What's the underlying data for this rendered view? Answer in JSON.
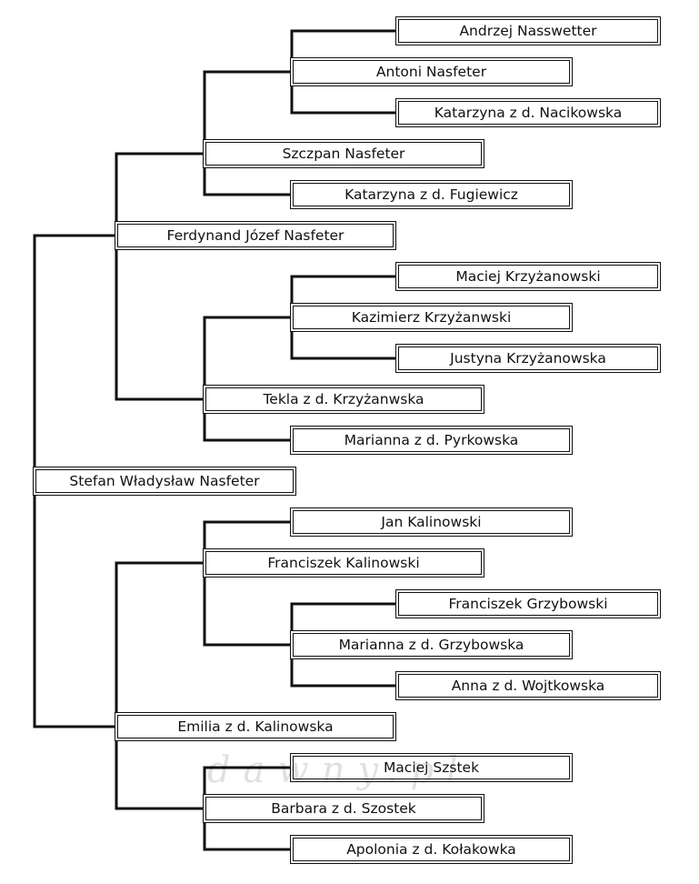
{
  "tree": {
    "line_color": "#111111",
    "root": {
      "name": "Stefan Władysław Nasfeter",
      "father": {
        "name": "Ferdynand Józef Nasfeter",
        "father": {
          "name": "Szczpan Nasfeter",
          "father": {
            "name": "Antoni Nasfeter",
            "father": {
              "name": "Andrzej Nasswetter"
            },
            "mother": {
              "name": "Katarzyna z d. Nacikowska"
            }
          },
          "mother": {
            "name": "Katarzyna z d. Fugiewicz"
          }
        },
        "mother": {
          "name": "Tekla z d. Krzyżanwska",
          "father": {
            "name": "Kazimierz Krzyżanwski",
            "father": {
              "name": "Maciej Krzyżanowski"
            },
            "mother": {
              "name": "Justyna Krzyżanowska"
            }
          },
          "mother": {
            "name": "Marianna z d. Pyrkowska"
          }
        }
      },
      "mother": {
        "name": "Emilia z d. Kalinowska",
        "father": {
          "name": "Franciszek Kalinowski",
          "father": {
            "name": "Jan Kalinowski"
          },
          "mother": {
            "name": "Marianna z d. Grzybowska",
            "father": {
              "name": "Franciszek Grzybowski"
            },
            "mother": {
              "name": "Anna z d. Wojtkowska"
            }
          }
        },
        "mother": {
          "name": "Barbara z d. Szostek",
          "father": {
            "name": "Maciej Szstek"
          },
          "mother": {
            "name": "Apolonia z d. Kołakowka"
          }
        }
      }
    }
  },
  "watermark": {
    "text": "dawny.pl"
  }
}
